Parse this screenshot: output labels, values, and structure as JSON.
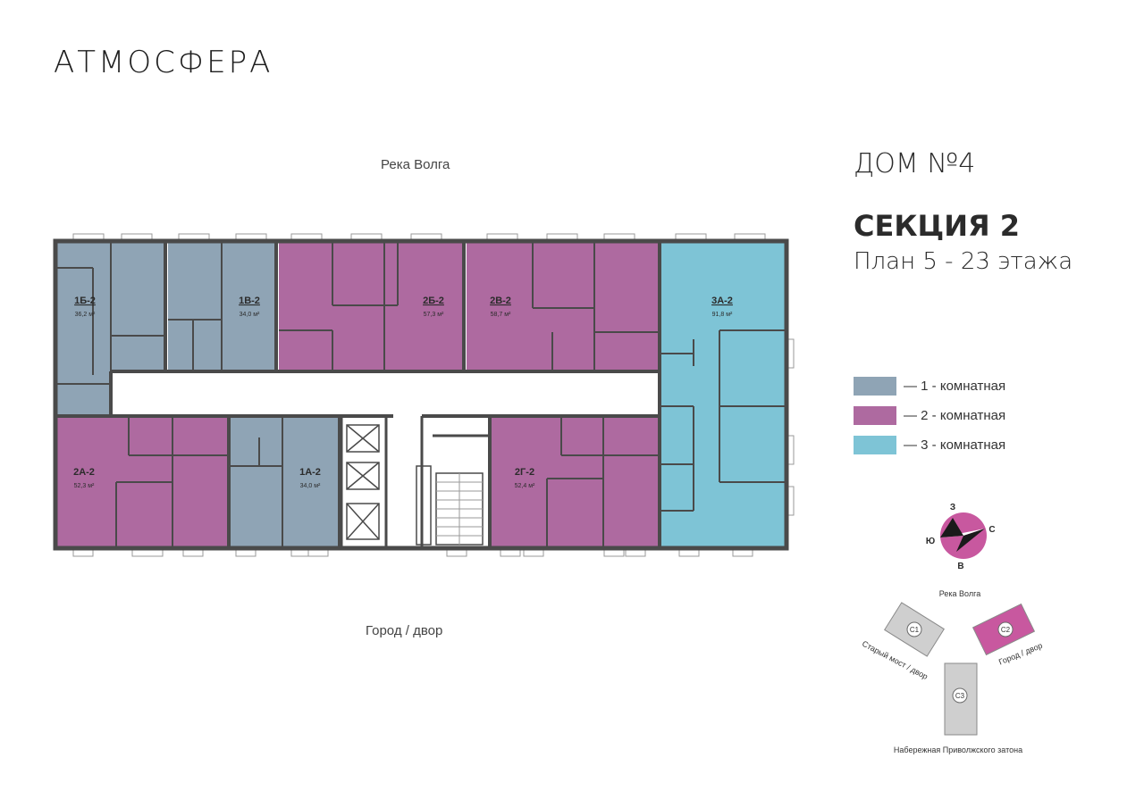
{
  "brand": "АТМОСФЕРА",
  "river_top": "Река Волга",
  "city_bottom": "Город / двор",
  "house": "ДОМ №4",
  "section": "СЕКЦИЯ 2",
  "floors": "План 5 - 23 этажа",
  "colors": {
    "one_room": "#8fa4b5",
    "two_room": "#ae6aa0",
    "three_room": "#7ec4d6",
    "wall": "#4a4a4a",
    "accent_section": "#c8589f",
    "other_section": "#cfcfcf"
  },
  "legend": [
    {
      "label": "— 1 - комнатная",
      "color": "#8fa4b5"
    },
    {
      "label": "— 2 - комнатная",
      "color": "#ae6aa0"
    },
    {
      "label": "— 3 - комнатная",
      "color": "#7ec4d6"
    }
  ],
  "apartments": [
    {
      "id": "1Б-2",
      "area": "36,2 м²"
    },
    {
      "id": "1В-2",
      "area": "34,0 м²"
    },
    {
      "id": "2Б-2",
      "area": "57,3 м²"
    },
    {
      "id": "2В-2",
      "area": "58,7 м²"
    },
    {
      "id": "3А-2",
      "area": "91,8 м²"
    },
    {
      "id": "2А-2",
      "area": "52,3 м²"
    },
    {
      "id": "1А-2",
      "area": "34,0 м²"
    },
    {
      "id": "2Г-2",
      "area": "52,4 м²"
    }
  ],
  "compass": {
    "n": "С",
    "s": "Ю",
    "e": "В",
    "w": "З"
  },
  "keymap": {
    "top": "Река Волга",
    "left": "Старый мост / двор",
    "right": "Город / двор",
    "bottom": "Набережная Приволжского затона",
    "sections": [
      "С1",
      "С2",
      "С3"
    ]
  }
}
